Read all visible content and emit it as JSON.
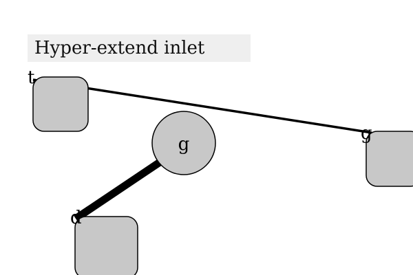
{
  "header": {
    "title": "Hyper-extend inlet"
  },
  "colors": {
    "background": "#ffffff",
    "title_background": "#efefef",
    "node_fill": "#c8c8c8",
    "node_stroke": "#000000",
    "link": "#000000"
  },
  "nodes": [
    {
      "id": "block-top-left",
      "shape": "rounded-square",
      "label": ""
    },
    {
      "id": "block-right",
      "shape": "rounded-square",
      "label": ""
    },
    {
      "id": "block-bottom",
      "shape": "rounded-square",
      "label": ""
    },
    {
      "id": "circle-center",
      "shape": "circle",
      "label": "g"
    }
  ],
  "links": [
    {
      "from": "block-top-left",
      "to": "block-right",
      "from_label": "t",
      "to_label": "g",
      "weight": "thin"
    },
    {
      "from": "circle-center",
      "to": "block-bottom",
      "from_label": "",
      "to_label": "d",
      "weight": "thick"
    }
  ]
}
